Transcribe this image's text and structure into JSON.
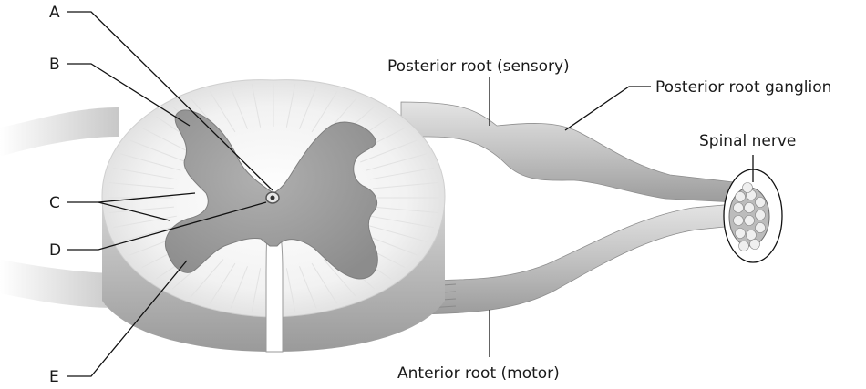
{
  "labels": {
    "a": "A",
    "b": "B",
    "c": "C",
    "d": "D",
    "e": "E",
    "posterior_root": "Posterior root (sensory)",
    "posterior_ganglion": "Posterior root ganglion",
    "spinal_nerve": "Spinal nerve",
    "anterior_root": "Anterior root (motor)"
  },
  "colors": {
    "white_matter": "#f1f1f1",
    "gray_matter": "#9e9e9e",
    "nerve": "#c4c4c4",
    "outline": "#111111"
  }
}
